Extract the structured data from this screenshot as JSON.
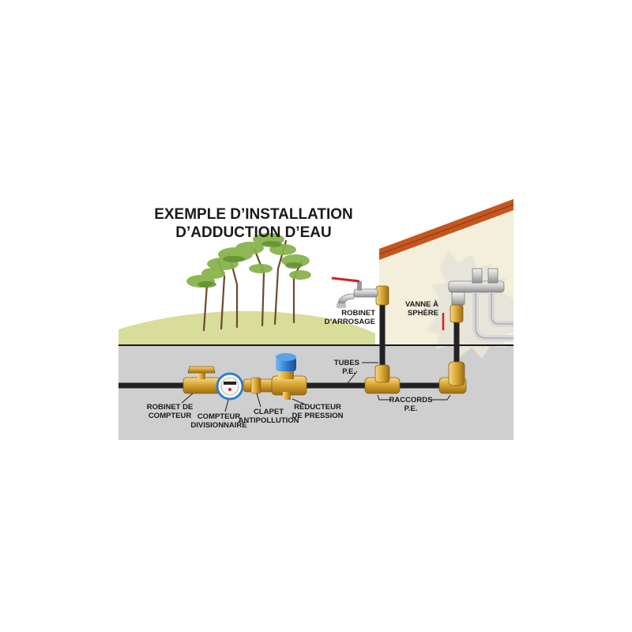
{
  "title": {
    "line1": "EXEMPLE D’INSTALLATION",
    "line2": "D’ADDUCTION D’EAU"
  },
  "labels": {
    "robinet_arrosage": [
      "ROBINET",
      "D’ARROSAGE"
    ],
    "vanne_sphere": [
      "VANNE À",
      "SPHÈRE"
    ],
    "tubes_pe": [
      "TUBES",
      "P.E."
    ],
    "robinet_compteur": [
      "ROBINET DE",
      "COMPTEUR"
    ],
    "compteur_divisionnaire": [
      "COMPTEUR",
      "DIVISIONNAIRE"
    ],
    "clapet_antipollution": [
      "CLAPET",
      "ANTIPOLLUTION"
    ],
    "reducteur_pression": [
      "RÉDUCTEUR",
      "DE PRESSION"
    ],
    "raccords_pe": [
      "RACCORDS",
      "P.E."
    ]
  },
  "colors": {
    "ground": "#cfcfcf",
    "grass": "#d9dd9a",
    "wall": "#f3efdb",
    "roof": "#c4561e",
    "pipe": "#222222",
    "brass": "#d9a531",
    "valve_handle": "#d42020",
    "regulator_cap": "#2f7fd4",
    "foliage": "#86b24a"
  }
}
